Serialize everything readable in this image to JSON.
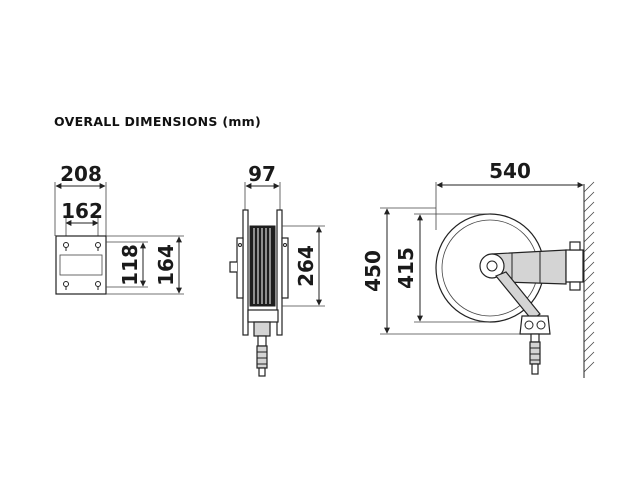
{
  "heading": "OVERALL DIMENSIONS (mm)",
  "dimensions": {
    "bracket_width": "208",
    "bracket_hole_spacing": "162",
    "bracket_hole_height": "118",
    "bracket_height": "164",
    "reel_width": "97",
    "reel_drum_height": "264",
    "reel_total_height": "450",
    "reel_drum_diameter": "415",
    "reel_depth": "540"
  },
  "colors": {
    "line": "#222222",
    "fill": "#d4d4d4"
  }
}
